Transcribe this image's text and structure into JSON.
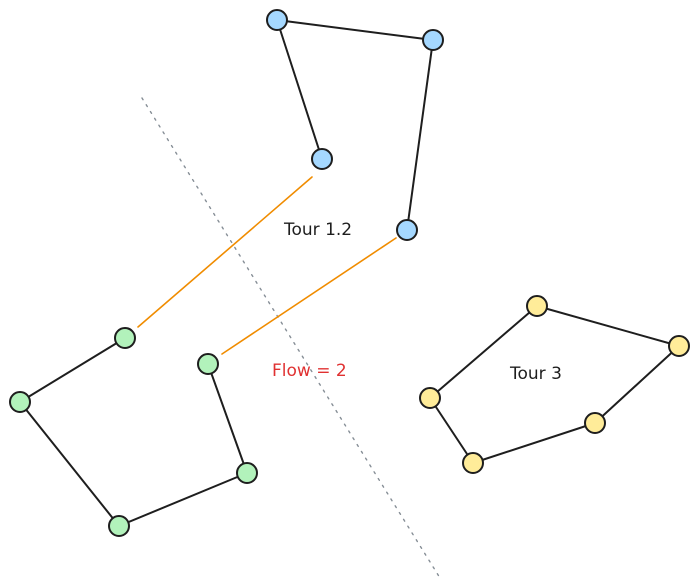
{
  "colors": {
    "tour1": "#a5d8ff",
    "tour2": "#b2f2bb",
    "tour3": "#ffec99",
    "flow_text": "#e03131",
    "connector": "#f08c00"
  },
  "labels": {
    "tour_1_2": "Tour 1.2",
    "tour_3": "Tour 3",
    "flow": "Flow = 2"
  }
}
